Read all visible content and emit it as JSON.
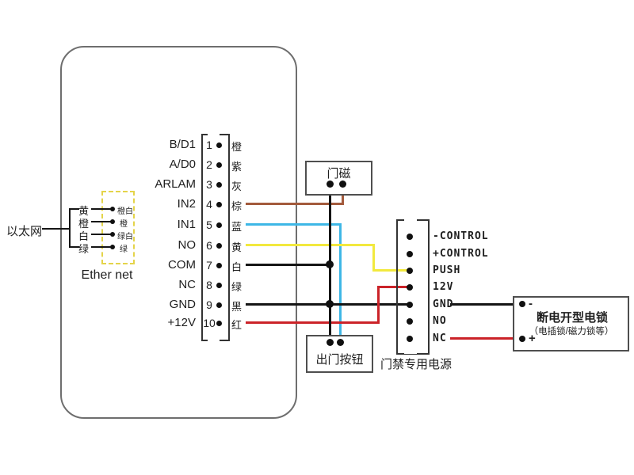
{
  "ethernet": {
    "label_cn": "以太网",
    "label_en": "Ether net",
    "pairs": [
      {
        "device_wire": "黄",
        "cable_wire": "橙白"
      },
      {
        "device_wire": "橙",
        "cable_wire": "橙"
      },
      {
        "device_wire": "白",
        "cable_wire": "绿白"
      },
      {
        "device_wire": "绿",
        "cable_wire": "绿"
      }
    ]
  },
  "terminal_block": {
    "pins": [
      {
        "num": "1",
        "name": "B/D1",
        "wire_color": "橙"
      },
      {
        "num": "2",
        "name": "A/D0",
        "wire_color": "紫"
      },
      {
        "num": "3",
        "name": "ARLAM",
        "wire_color": "灰"
      },
      {
        "num": "4",
        "name": "IN2",
        "wire_color": "棕"
      },
      {
        "num": "5",
        "name": "IN1",
        "wire_color": "蓝"
      },
      {
        "num": "6",
        "name": "NO",
        "wire_color": "黄"
      },
      {
        "num": "7",
        "name": "COM",
        "wire_color": "白"
      },
      {
        "num": "8",
        "name": "NC",
        "wire_color": "绿"
      },
      {
        "num": "9",
        "name": "GND",
        "wire_color": "黑"
      },
      {
        "num": "10",
        "name": "+12V",
        "wire_color": "红"
      }
    ]
  },
  "door_sensor": {
    "label": "门磁"
  },
  "exit_button": {
    "label": "出门按钮"
  },
  "power_supply": {
    "caption": "门禁专用电源",
    "terminals": [
      "-CONTROL",
      "+CONTROL",
      "PUSH",
      "12V",
      "GND",
      "NO",
      "NC"
    ]
  },
  "lock": {
    "title": "断电开型电锁",
    "subtitle": "（电插锁/磁力锁等）",
    "minus_label": "-",
    "plus_label": "+"
  },
  "colors": {
    "wire_brown": "#a35a3c",
    "wire_blue": "#3eb7e6",
    "wire_yellow": "#f2e93e",
    "wire_red": "#cb2329",
    "wire_black": "#151515",
    "ethernet_box_yellow": "#e4d44a"
  }
}
